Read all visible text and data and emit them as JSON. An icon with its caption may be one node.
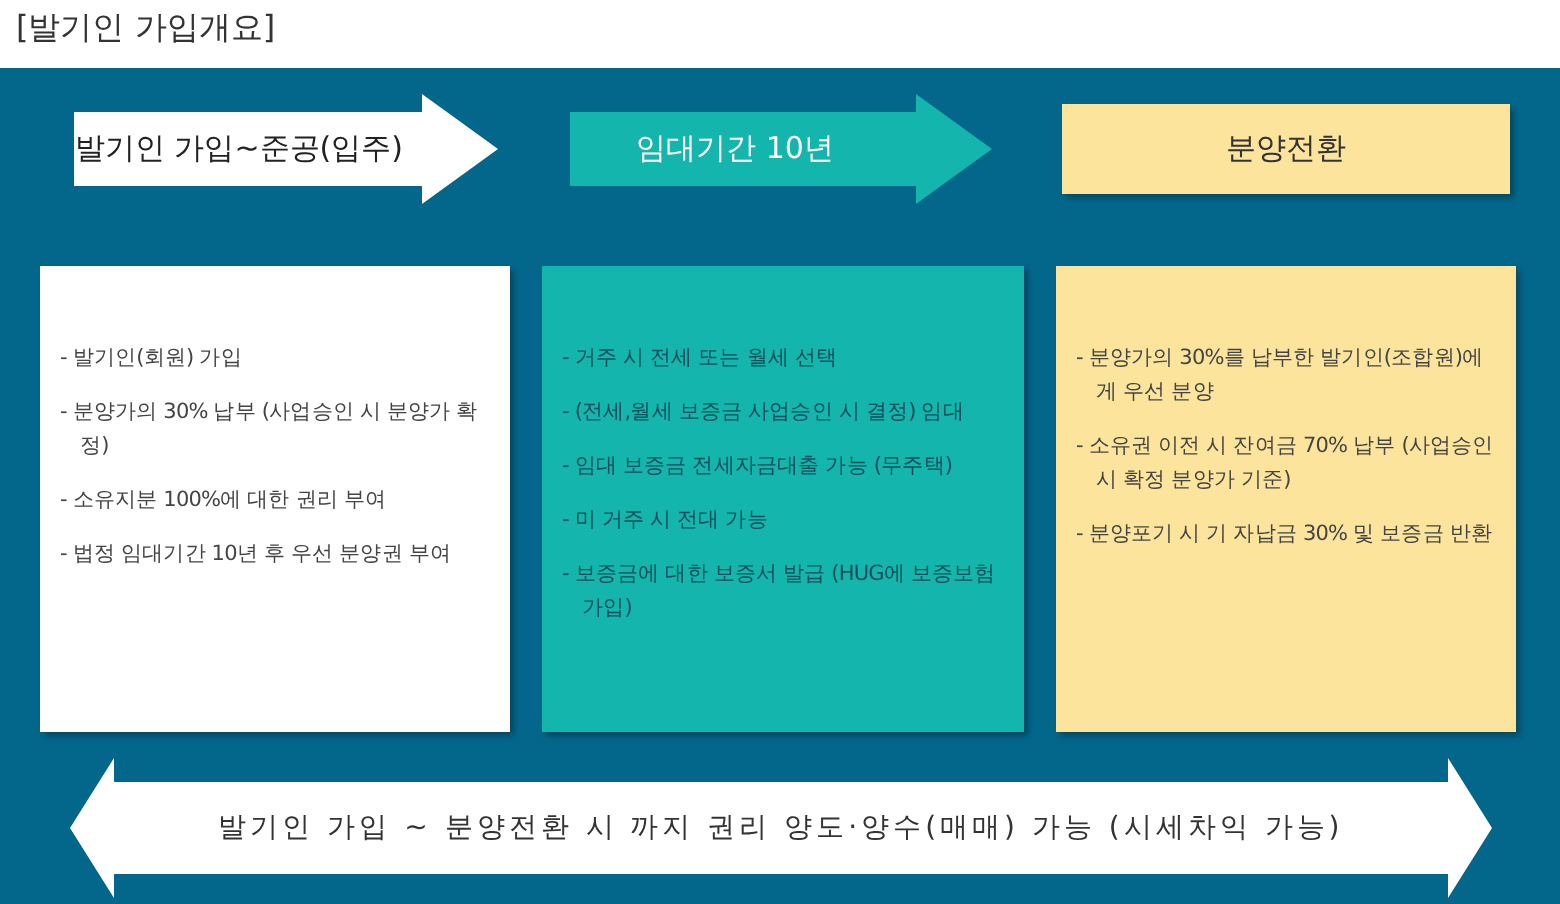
{
  "diagram": {
    "title": "[발기인 가입개요]",
    "nodes": [
      {
        "text": [
          "발기인 가입~준공(입주)"
        ]
      },
      {
        "text": [
          "임대기간 10년"
        ]
      },
      {
        "text": [
          "분양전환"
        ]
      },
      {
        "text": [
          "- 발기인(회원) 가입",
          "- 분양가의 30% 납부 (사업승인 시 분양가 확정)",
          "- 소유지분 100%에 대한 권리 부여",
          "- 법정 임대기간 10년 후 우선 분양권 부여"
        ]
      },
      {
        "text": [
          "- 거주 시 전세 또는 월세 선택",
          "- (전세,월세 보증금 사업승인 시 결정) 임대",
          "- 임대 보증금 전세자금대출 가능 (무주택)",
          "- 미 거주 시 전대 가능",
          "- 보증금에 대한 보증서 발급 (HUG에 보증보험 가입)"
        ]
      },
      {
        "text": [
          "- 분양가의 30%를 납부한 발기인(조합원)에게 우선 분양",
          "- 소유권 이전 시 잔여금 70% 납부 (사업승인 시 확정 분양가 기준)",
          "- 분양포기 시 기 자납금 30% 및 보증금 반환"
        ]
      },
      {
        "text": [
          "발기인 가입 ~ 분양전환 시 까지 권리 양도·양수(매매) 가능 (시세차익 가능)"
        ]
      }
    ]
  }
}
